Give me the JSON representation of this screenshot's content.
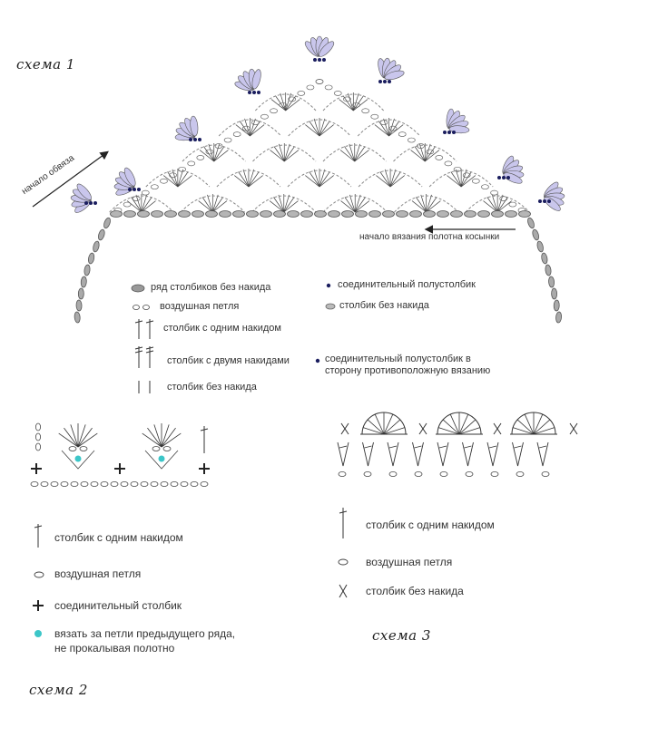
{
  "scheme_labels": {
    "scheme1": "схема 1",
    "scheme2": "схема 2",
    "scheme3": "схема 3"
  },
  "scheme1": {
    "annotation_edging": "начало обвяза",
    "annotation_start": "начало вязания полотна косынки",
    "legend_left": [
      {
        "symbol": "oval-filled-icon",
        "text": "ряд столбиков без накида"
      },
      {
        "symbol": "chain-oval-icon",
        "text": "воздушная петля"
      },
      {
        "symbol": "double-crochet-icon",
        "text": "столбик с одним накидом"
      },
      {
        "symbol": "treble-crochet-icon",
        "text": "столбик с двумя накидами"
      },
      {
        "symbol": "single-crochet-bar-icon",
        "text": "столбик без накида"
      }
    ],
    "legend_right": [
      {
        "symbol": "dot-icon",
        "text": "соединительный полустолбик"
      },
      {
        "symbol": "grey-oval-icon",
        "text": "столбик без накида"
      },
      {
        "symbol": "dot-icon",
        "text": "соединительный полустолбик в",
        "text2": "сторону противоположную вязанию"
      }
    ],
    "colors": {
      "navy": "#1a1d5e",
      "lavender": "#c9c6ec",
      "grey": "#aaaaaa",
      "outline": "#444444"
    }
  },
  "scheme2": {
    "legend": [
      {
        "symbol": "double-crochet-icon",
        "text": "столбик с одним накидом"
      },
      {
        "symbol": "chain-oval-icon",
        "text": "воздушная петля"
      },
      {
        "symbol": "slip-stitch-cross-icon",
        "text": "соединительный столбик"
      },
      {
        "symbol": "cyan-dot-icon",
        "text": "вязать за петли предыдущего ряда,",
        "text2": "не прокалывая полотно"
      }
    ],
    "colors": {
      "cyan": "#3cc6c8"
    }
  },
  "scheme3": {
    "legend": [
      {
        "symbol": "double-crochet-icon",
        "text": "столбик с одним накидом"
      },
      {
        "symbol": "chain-oval-icon",
        "text": "воздушная петля"
      },
      {
        "symbol": "single-crochet-x-icon",
        "text": "столбик без накида"
      }
    ]
  }
}
